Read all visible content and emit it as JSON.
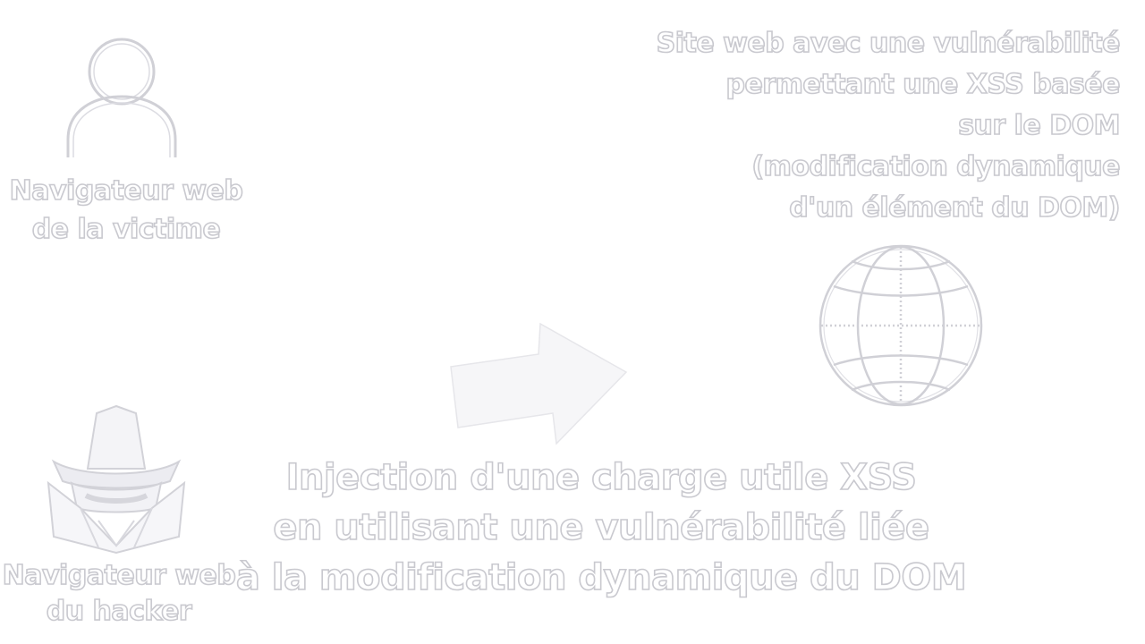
{
  "victim": {
    "label_lines": [
      "Navigateur web",
      "de la victime"
    ]
  },
  "hacker": {
    "label_lines": [
      "Navigateur web",
      "du hacker"
    ]
  },
  "website": {
    "label_lines": [
      "Site web avec une vulnérabilité",
      "permettant une XSS basée",
      "sur le DOM",
      "(modification dynamique",
      "d'un élément du DOM)"
    ]
  },
  "injection": {
    "label_lines": [
      "Injection d'une charge utile XSS",
      "en utilisant une vulnérabilité liée",
      "à la modification dynamique du DOM"
    ]
  },
  "icons": {
    "victim": "user-icon",
    "hacker": "hacker-icon",
    "website": "globe-icon",
    "flow": "arrow-icon"
  },
  "colors": {
    "background": "#ffffff",
    "outline": "#c9c9cf",
    "arrow_fill": "#f6f6f8"
  }
}
